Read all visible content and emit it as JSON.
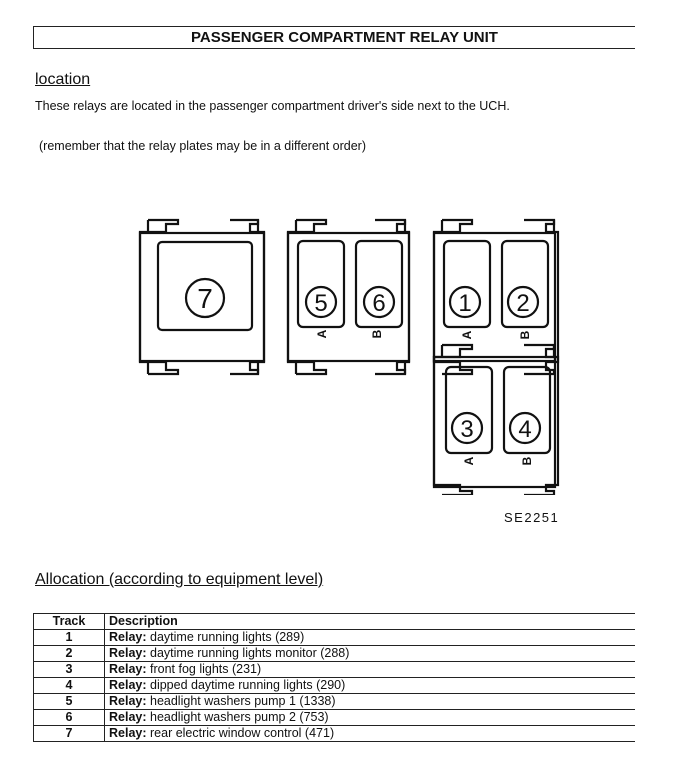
{
  "title": "PASSENGER COMPARTMENT RELAY UNIT",
  "location_heading": "location",
  "location_text": "These relays are located in the passenger compartment driver's side next to the UCH.",
  "note_text": "(remember that the relay plates may be in a different order)",
  "diagram": {
    "code": "SE2251",
    "relays": [
      "7",
      "5",
      "6",
      "1",
      "2",
      "3",
      "4"
    ],
    "side_labels": [
      "A",
      "B",
      "A",
      "B",
      "A",
      "B"
    ]
  },
  "allocation_heading": "Allocation (according to equipment level)",
  "table": {
    "headers": [
      "Track",
      "Description"
    ],
    "rows": [
      {
        "track": "1",
        "prefix": "Relay:",
        "text": " daytime running lights (289)"
      },
      {
        "track": "2",
        "prefix": "Relay:",
        "text": " daytime running lights monitor (288)"
      },
      {
        "track": "3",
        "prefix": "Relay:",
        "text": " front fog lights (231)"
      },
      {
        "track": "4",
        "prefix": "Relay:",
        "text": " dipped daytime running lights (290)"
      },
      {
        "track": "5",
        "prefix": "Relay:",
        "text": " headlight washers pump 1 (1338)"
      },
      {
        "track": "6",
        "prefix": "Relay:",
        "text": " headlight washers pump 2 (753)"
      },
      {
        "track": "7",
        "prefix": "Relay:",
        "text": " rear electric window control (471)"
      }
    ]
  }
}
